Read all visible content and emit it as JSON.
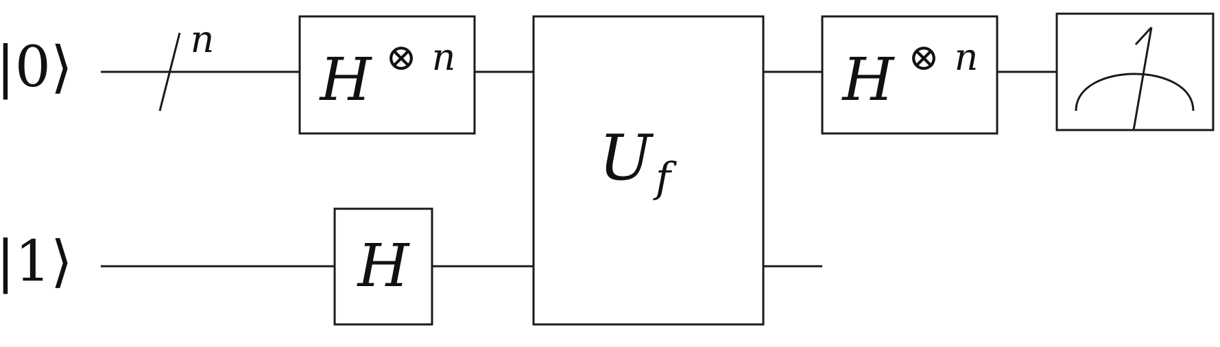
{
  "diagram": {
    "qubits": [
      {
        "ket": "|0⟩",
        "register_size": "n"
      },
      {
        "ket": "|1⟩"
      }
    ],
    "gates": {
      "hadamard_n_input": {
        "symbol": "H",
        "tensor": "⊗",
        "power": "n"
      },
      "hadamard_single": {
        "symbol": "H"
      },
      "oracle": {
        "symbol": "U",
        "subscript": "f"
      },
      "hadamard_n_output": {
        "symbol": "H",
        "tensor": "⊗",
        "power": "n"
      },
      "measurement": {
        "icon": "meter-icon"
      }
    },
    "colors": {
      "line": "#1a1a1a",
      "background": "#ffffff"
    }
  }
}
